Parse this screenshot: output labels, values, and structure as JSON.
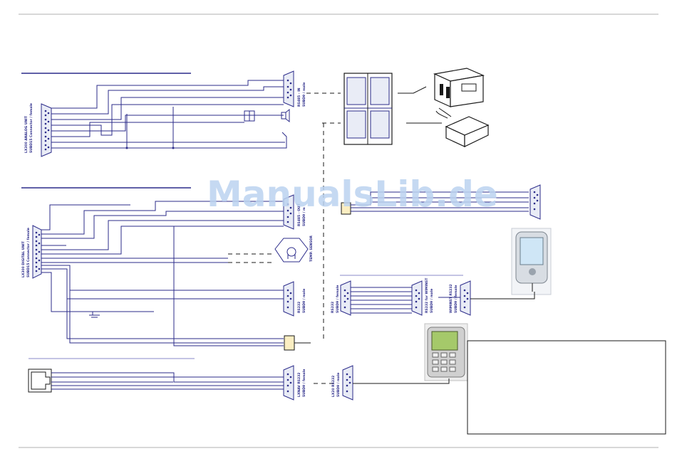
{
  "watermark": "ManualsLib.de",
  "labels": {
    "analog_connector": [
      "LX300 ANALOG UNIT",
      "SUBD15 Connector / female"
    ],
    "digital_connector": [
      "LX300 DIGITAL UNIT",
      "SUBD15 Connector / female"
    ],
    "rs485_male": [
      "RS485 - IN",
      "SUBD9 / male"
    ],
    "rs485_digital": [
      "RS485 - OUT",
      "SUBD9 / m"
    ],
    "temp_sensor": "TEMP. SENSOR",
    "rs232_mid": [
      "RS232",
      "SUBD9 / male"
    ],
    "rs232_lower": [
      "RS232",
      "SUBD9 / female"
    ],
    "rs232_wiminst": [
      "RS232 for WIMINST",
      "SUBD9 / male"
    ],
    "wiminst_rs232": [
      "WIMINST RS232",
      "SUBD9 / female"
    ],
    "lxnav_rs232_left": [
      "LXNAV RS232",
      "SUBD9 / female"
    ],
    "lxnav_rs232_right": [
      "LX20 RS232",
      "SUBD9 / male"
    ]
  }
}
